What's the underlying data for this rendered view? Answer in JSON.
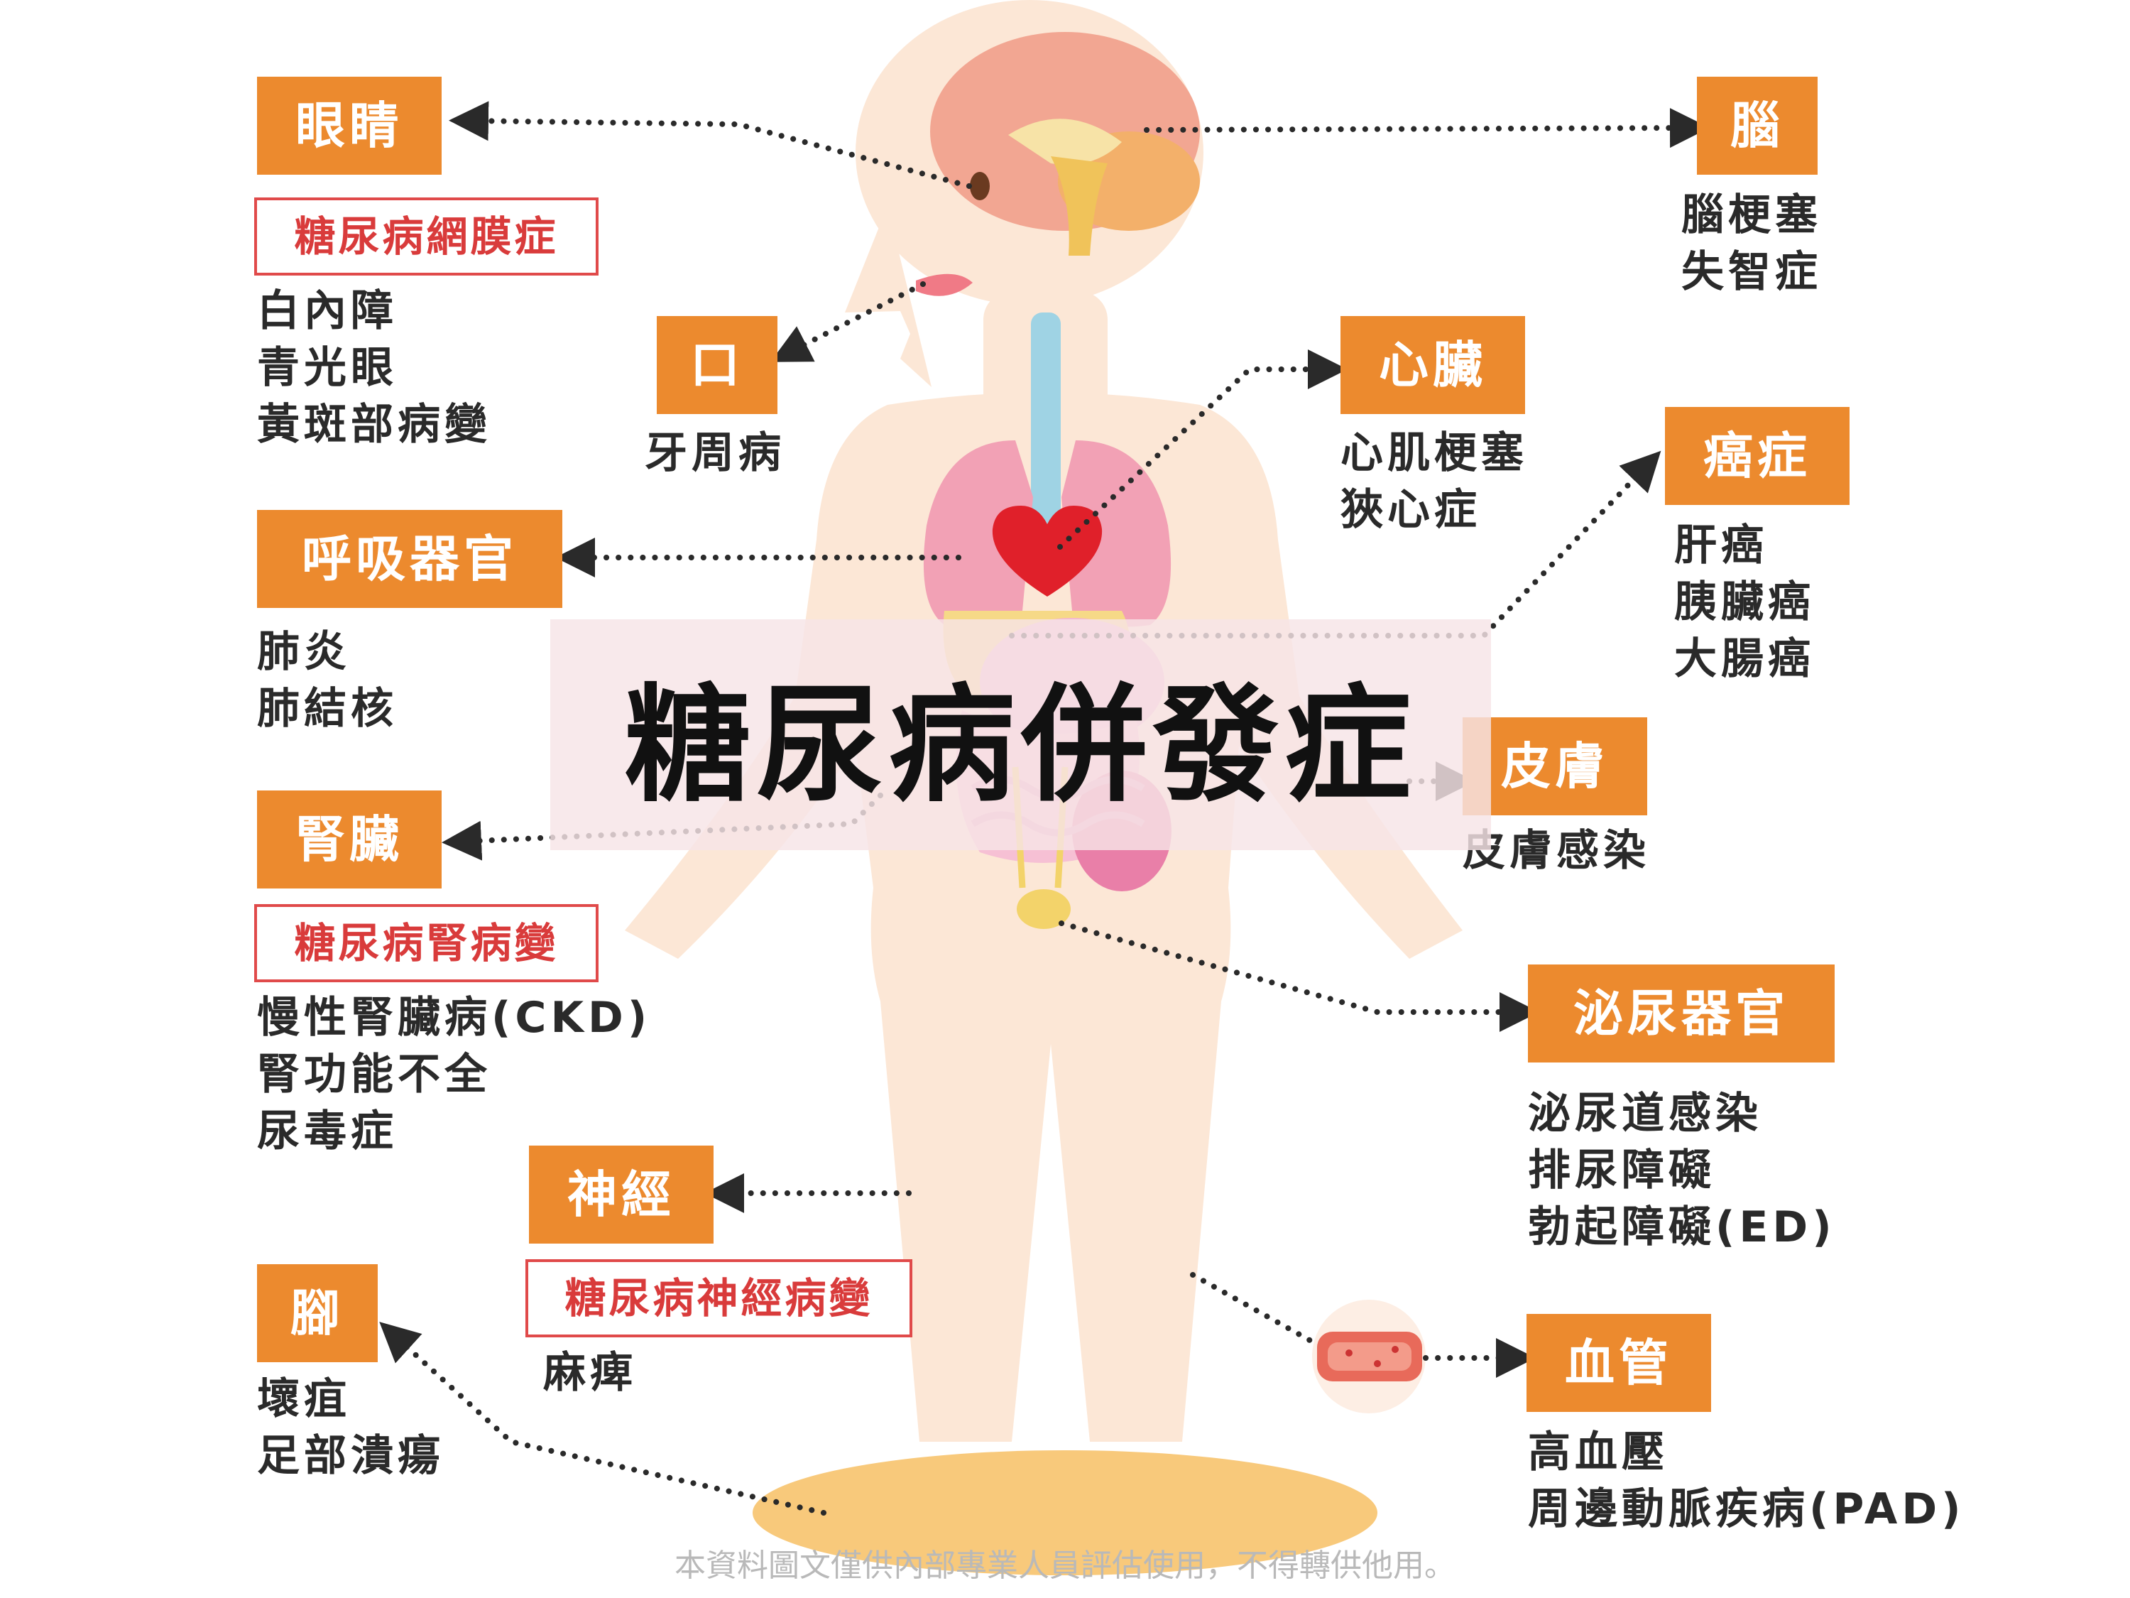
{
  "title": "糖尿病併發症",
  "footer": "本資料圖文僅供內部專業人員評估使用，不得轉供他用。",
  "colors": {
    "tag": "#EC8A2E",
    "subtag_border": "#E04A4A",
    "subtag_text": "#D93B3B",
    "body": "#FCE7D6",
    "dots": "#2A2A2A"
  },
  "organs": {
    "eyes": {
      "label": "眼睛",
      "subtag": "糖尿病網膜症",
      "items": [
        "白內障",
        "青光眼",
        "黃斑部病變"
      ]
    },
    "mouth": {
      "label": "口",
      "items": [
        "牙周病"
      ]
    },
    "respiratory": {
      "label": "呼吸器官",
      "items": [
        "肺炎",
        "肺結核"
      ]
    },
    "kidney": {
      "label": "腎臟",
      "subtag": "糖尿病腎病變",
      "items": [
        "慢性腎臟病(CKD)",
        "腎功能不全",
        "尿毒症"
      ]
    },
    "nerve": {
      "label": "神經",
      "subtag": "糖尿病神經病變",
      "items": [
        "麻痺"
      ]
    },
    "foot": {
      "label": "腳",
      "items": [
        "壞疽",
        "足部潰瘍"
      ]
    },
    "brain": {
      "label": "腦",
      "items": [
        "腦梗塞",
        "失智症"
      ]
    },
    "heart": {
      "label": "心臟",
      "items": [
        "心肌梗塞",
        "狹心症"
      ]
    },
    "cancer": {
      "label": "癌症",
      "items": [
        "肝癌",
        "胰臟癌",
        "大腸癌"
      ]
    },
    "skin": {
      "label": "皮膚",
      "items": [
        "皮膚感染"
      ]
    },
    "urinary": {
      "label": "泌尿器官",
      "items": [
        "泌尿道感染",
        "排尿障礙",
        "勃起障礙(ED)"
      ]
    },
    "vessel": {
      "label": "血管",
      "items": [
        "高血壓",
        "周邊動脈疾病(PAD)"
      ]
    }
  }
}
